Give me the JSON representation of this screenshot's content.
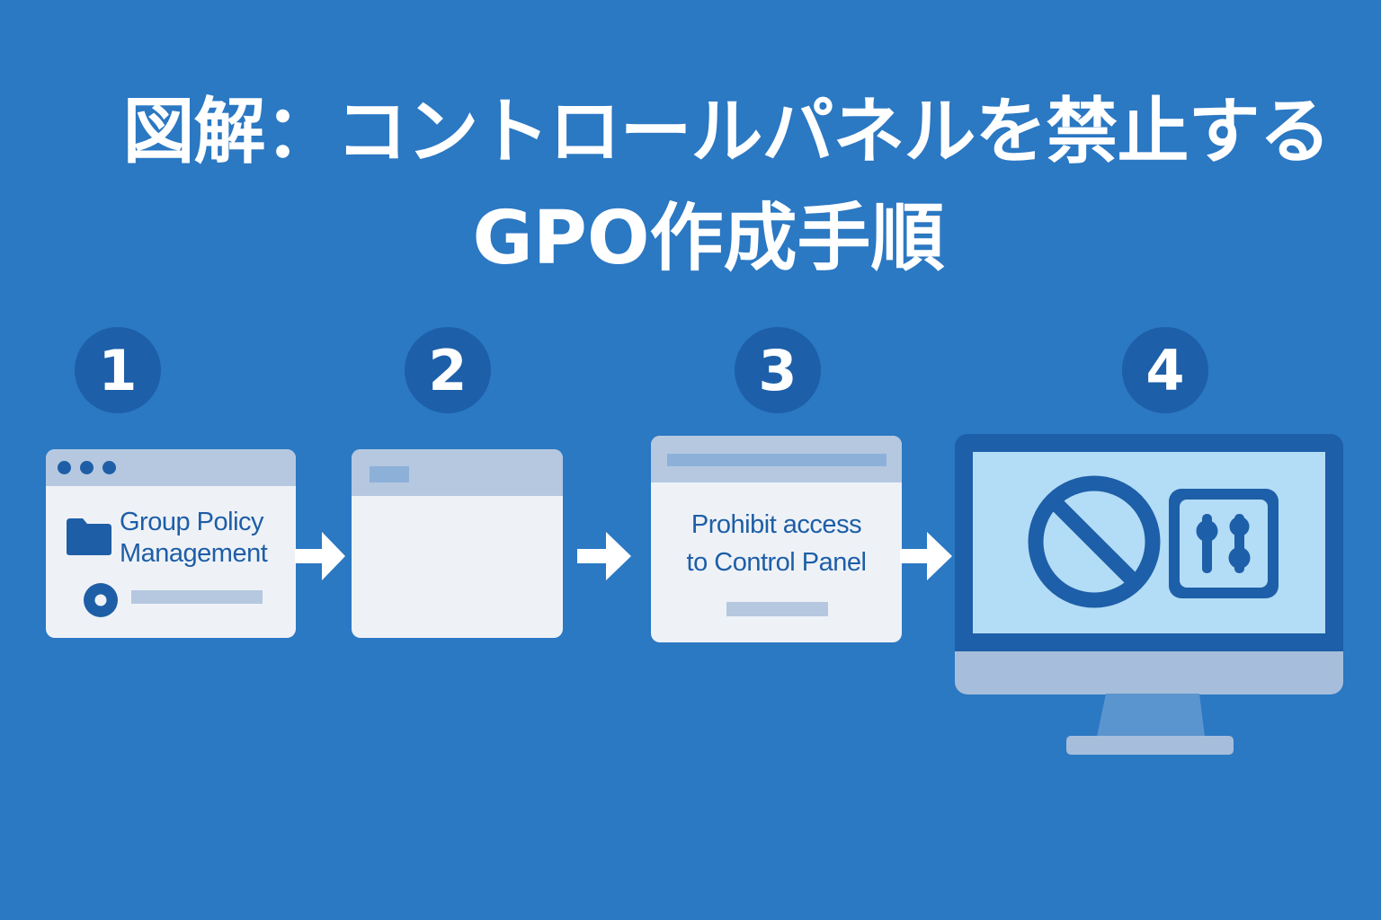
{
  "title": {
    "line1": "図解：コントロールパネルを禁止する",
    "line2": "GPO作成手順"
  },
  "steps": [
    {
      "number": "1",
      "card_text_line1": "Group Policy",
      "card_text_line2": "Management"
    },
    {
      "number": "2"
    },
    {
      "number": "3",
      "card_text_line1": "Prohibit access",
      "card_text_line2": "to Control Panel"
    },
    {
      "number": "4"
    }
  ],
  "icons": {
    "folder": "folder-icon",
    "disc": "disc-icon",
    "prohibited": "prohibited-icon",
    "settings_sliders": "sliders-icon",
    "monitor": "monitor-icon",
    "arrow": "arrow-right-icon"
  },
  "colors": {
    "background": "#2b78c3",
    "accent_dark": "#1d5fa8",
    "card": "#eef2f7",
    "card_bar": "#b5c8e0",
    "screen": "#b3dcf6",
    "white": "#ffffff"
  }
}
